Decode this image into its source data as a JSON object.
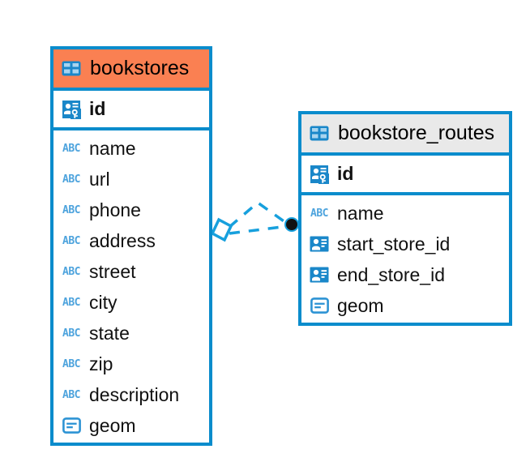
{
  "diagram": {
    "type": "entity-relationship-diagram",
    "background_color": "#ffffff",
    "accent_color": "#0a8ccc",
    "highlight_color": "#fa8052",
    "neutral_header_color": "#e9e9e9"
  },
  "entities": [
    {
      "name": "bookstores",
      "header_icon": "table-icon",
      "header_style": "orange",
      "primary_key": {
        "label": "id",
        "icon": "primary-key-icon"
      },
      "fields": [
        {
          "label": "name",
          "icon": "text-type-icon"
        },
        {
          "label": "url",
          "icon": "text-type-icon"
        },
        {
          "label": "phone",
          "icon": "text-type-icon"
        },
        {
          "label": "address",
          "icon": "text-type-icon"
        },
        {
          "label": "street",
          "icon": "text-type-icon"
        },
        {
          "label": "city",
          "icon": "text-type-icon"
        },
        {
          "label": "state",
          "icon": "text-type-icon"
        },
        {
          "label": "zip",
          "icon": "text-type-icon"
        },
        {
          "label": "description",
          "icon": "text-type-icon"
        },
        {
          "label": "geom",
          "icon": "geometry-type-icon"
        }
      ]
    },
    {
      "name": "bookstore_routes",
      "header_icon": "table-icon",
      "header_style": "gray",
      "primary_key": {
        "label": "id",
        "icon": "primary-key-icon"
      },
      "fields": [
        {
          "label": "name",
          "icon": "text-type-icon"
        },
        {
          "label": "start_store_id",
          "icon": "foreign-key-icon"
        },
        {
          "label": "end_store_id",
          "icon": "foreign-key-icon"
        },
        {
          "label": "geom",
          "icon": "geometry-type-icon"
        }
      ]
    }
  ],
  "relationship": {
    "style": "dashed",
    "color": "#17a0dd",
    "source_endpoint": "diamond",
    "target_endpoint": "filled-circle",
    "target_endpoint_color": "#000000"
  },
  "icon_glyphs": {
    "text_type_label": "ABC"
  }
}
